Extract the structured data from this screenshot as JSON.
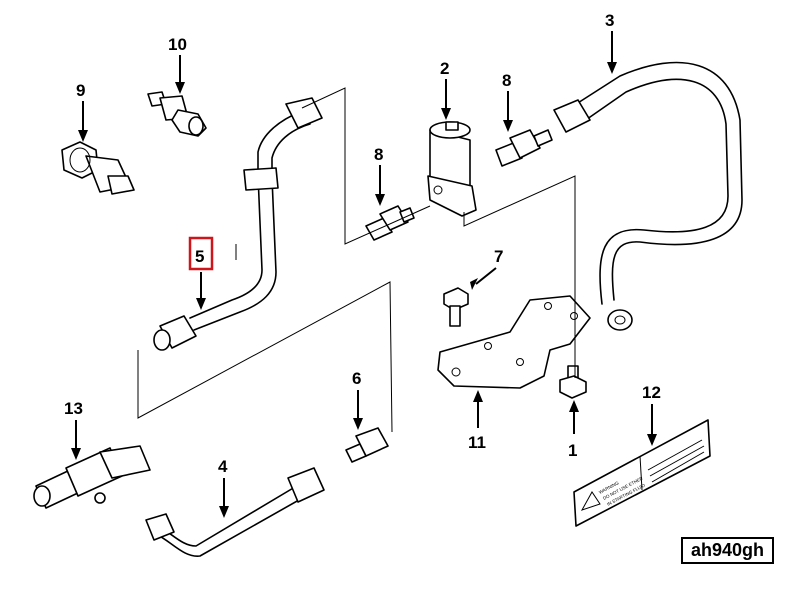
{
  "diagram": {
    "reference_code": "ah940gh",
    "highlighted_callout": "5",
    "highlight_color": "#d0141c",
    "callouts": {
      "c1": "1",
      "c2": "2",
      "c3": "3",
      "c4": "4",
      "c5": "5",
      "c6": "6",
      "c7": "7",
      "c8a": "8",
      "c8b": "8",
      "c9": "9",
      "c10": "10",
      "c11": "11",
      "c12": "12",
      "c13": "13"
    },
    "label_text": {
      "line1": "WARNING",
      "line2": "DO NOT USE ETHER",
      "line3": "IN STARTING FLUID"
    }
  }
}
